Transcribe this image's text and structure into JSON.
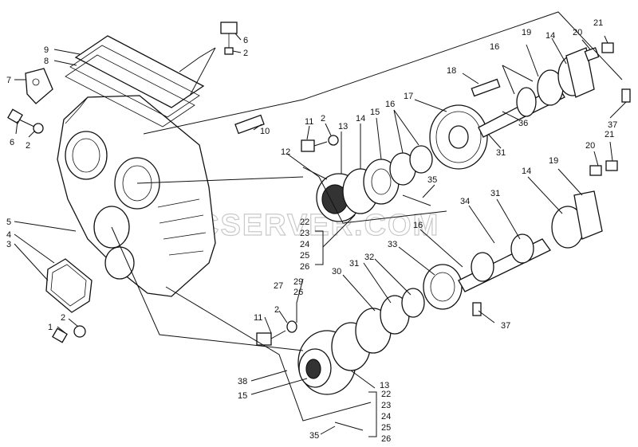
{
  "watermark": "SPECSERVER.COM",
  "labels": {
    "l9": "9",
    "l8": "8",
    "l7": "7",
    "l6a": "6",
    "l2a": "2",
    "l6b": "6",
    "l2b": "2",
    "l10": "10",
    "l5": "5",
    "l4": "4",
    "l3": "3",
    "l1": "1",
    "l2c": "2",
    "l11a": "11",
    "l2d": "2",
    "l13a": "13",
    "l14a": "14",
    "l15a": "15",
    "l16a": "16",
    "l17": "17",
    "l18": "18",
    "l19a": "19",
    "l16b": "16",
    "l14b": "14",
    "l20a": "20",
    "l21a": "21",
    "l12": "12",
    "l36": "36",
    "l31a": "31",
    "l37a": "37",
    "l35a": "35",
    "l22a": "22",
    "l23a": "23",
    "l24a": "24",
    "l25a": "25",
    "l26a": "26",
    "l34": "34",
    "l31b": "31",
    "l14c": "14",
    "l19b": "19",
    "l20b": "20",
    "l21b": "21",
    "l16c": "16",
    "l33": "33",
    "l27": "27",
    "l29": "29",
    "l26b": "26",
    "l30": "30",
    "l31c": "31",
    "l32": "32",
    "l11b": "11",
    "l2e": "2",
    "l37b": "37",
    "l38": "38",
    "l15b": "15",
    "l13b": "13",
    "l22b": "22",
    "l23b": "23",
    "l24b": "24",
    "l25b": "25",
    "l26c": "26",
    "l35b": "35"
  }
}
